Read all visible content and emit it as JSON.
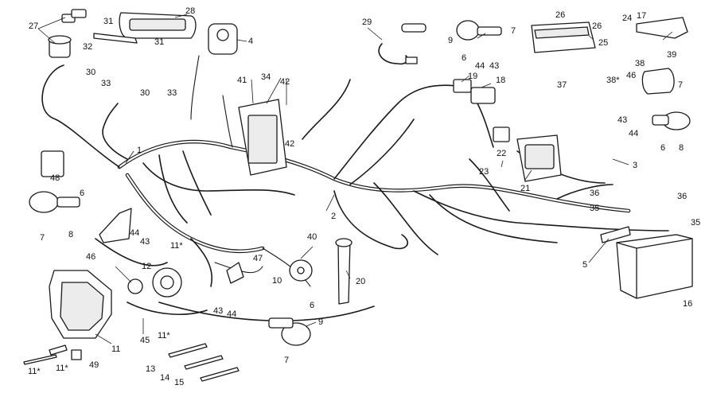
{
  "callouts": {
    "c1": "1",
    "c2": "2",
    "c3": "3",
    "c4": "4",
    "c5": "5",
    "c6": "6",
    "c7": "7",
    "c8": "8",
    "c9": "9",
    "c10": "10",
    "c11": "11",
    "c11s": "11*",
    "c12": "12",
    "c13": "13",
    "c14": "14",
    "c15": "15",
    "c16": "16",
    "c17": "17",
    "c18": "18",
    "c19": "19",
    "c20": "20",
    "c21": "21",
    "c22": "22",
    "c23": "23",
    "c24": "24",
    "c25": "25",
    "c26": "26",
    "c27": "27",
    "c28": "28",
    "c29": "29",
    "c30": "30",
    "c31": "31",
    "c32": "32",
    "c33": "33",
    "c34": "34",
    "c35": "35",
    "c36": "36",
    "c37": "37",
    "c38": "38",
    "c38s": "38*",
    "c39": "39",
    "c40": "40",
    "c41": "41",
    "c42": "42",
    "c43": "43",
    "c44": "44",
    "c45": "45",
    "c46": "46",
    "c47": "47",
    "c48": "48",
    "c49": "49"
  }
}
